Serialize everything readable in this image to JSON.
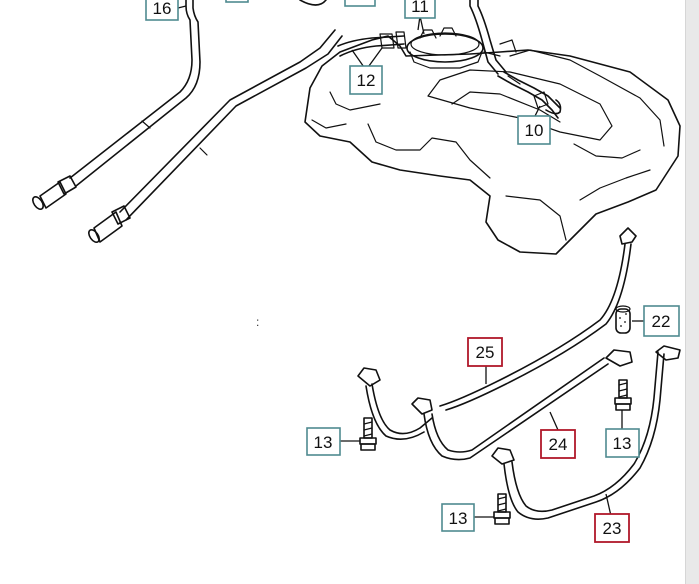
{
  "diagram": {
    "marker": ":",
    "parts": {
      "p16": "16",
      "p11": "11",
      "p12": "12",
      "p10": "10",
      "p22": "22",
      "p25": "25",
      "p24": "24",
      "p23": "23",
      "p13a": "13",
      "p13b": "13",
      "p13c": "13"
    },
    "colors": {
      "normal_callout": "#4f8a90",
      "highlighted_callout": "#b0182a"
    }
  }
}
